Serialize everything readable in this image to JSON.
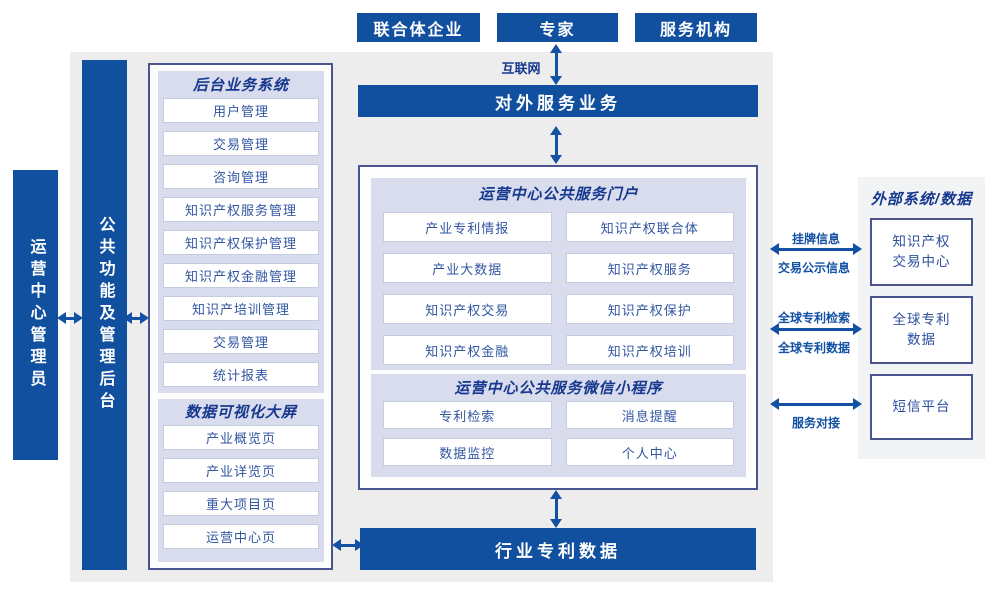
{
  "colors": {
    "primary_blue": "#11509f",
    "arrow_blue": "#1251a4",
    "panel_border": "#4a548f",
    "sub_panel_lavender": "#d8dcec",
    "title_navy": "#17388f",
    "item_text_blue": "#3156a2",
    "main_background_gray": "#ededee",
    "external_panel_gray": "#f2f3f5"
  },
  "top_actors": [
    "联合体企业",
    "专家",
    "服务机构"
  ],
  "internet_label": "互联网",
  "external_service_bar": "对外服务业务",
  "left_rails": {
    "operator": "运营中心管理员",
    "backend": "公共功能及管理后台"
  },
  "back_office": {
    "title": "后台业务系统",
    "items": [
      "用户管理",
      "交易管理",
      "咨询管理",
      "知识产权服务管理",
      "知识产权保护管理",
      "知识产权金融管理",
      "知识产培训管理",
      "交易管理",
      "统计报表"
    ]
  },
  "dashboard": {
    "title": "数据可视化大屏",
    "items": [
      "产业概览页",
      "产业详览页",
      "重大项目页",
      "运营中心页"
    ]
  },
  "portal": {
    "title": "运营中心公共服务门户",
    "items": [
      "产业专利情报",
      "知识产权联合体",
      "产业大数据",
      "知识产权服务",
      "知识产权交易",
      "知识产权保护",
      "知识产权金融",
      "知识产权培训"
    ]
  },
  "miniprogram": {
    "title": "运营中心公共服务微信小程序",
    "items": [
      "专利检索",
      "消息提醒",
      "数据监控",
      "个人中心"
    ]
  },
  "industry_bar": "行业专利数据",
  "external_panel": {
    "title": "外部系统/数据",
    "systems": [
      {
        "lines": [
          "知识产权",
          "交易中心"
        ]
      },
      {
        "lines": [
          "全球专利",
          "数据"
        ]
      },
      {
        "lines": [
          "短信平台"
        ]
      }
    ]
  },
  "link_labels": [
    {
      "top": "挂牌信息",
      "bottom": "交易公示信息"
    },
    {
      "top": "全球专利检索",
      "bottom": "全球专利数据"
    },
    {
      "bottom": "服务对接"
    }
  ]
}
